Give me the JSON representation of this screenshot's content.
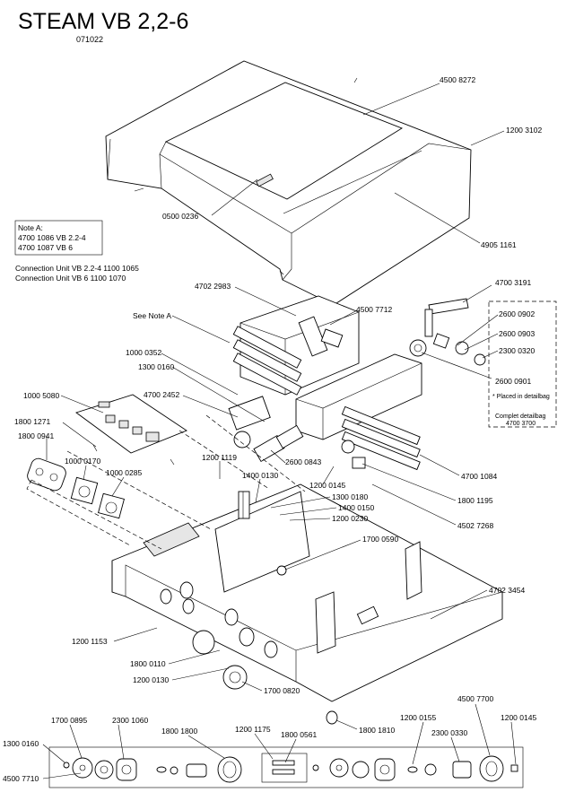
{
  "header": {
    "title": "STEAM VB 2,2-6",
    "code": "071022"
  },
  "note_a": {
    "lines": [
      "Note A:",
      "4700 1086 VB 2.2-4",
      "4700 1087 VB 6"
    ]
  },
  "connection_units": [
    "Connection Unit VB 2.2-4 1100 1065",
    "Connection Unit VB 6 1100 1070"
  ],
  "detail_bag": {
    "placed_note": "* Placed in detailbag",
    "complete_line1": "Complet detailbag",
    "complete_line2": "4700 3700"
  },
  "labels": {
    "p45008272": "4500 8272",
    "p12003102": "1200 3102",
    "p05000236": "0500 0236",
    "p49051161": "4905 1161",
    "p47022983": "4702 2983",
    "p45007712": "4500 7712",
    "p47003191": "4700 3191",
    "see_note_a": "See Note A",
    "p26000902": "2600 0902",
    "p26000903": "2600 0903",
    "p23000320": "2300 0320",
    "p26000901": "2600 0901",
    "p10000352": "1000 0352",
    "p13000160a": "1300 0160",
    "p47002452": "4700 2452",
    "p10005080": "1000 5080",
    "p18001271": "1800 1271",
    "p18000941": "1800 0941",
    "p10000170": "1000 0170",
    "p10000285": "1000 0285",
    "p12001119": "1200 1119",
    "p26000843": "2600 0843",
    "p47001084": "4700 1084",
    "p14000130": "1400 0130",
    "p12000145a": "1200 0145",
    "p13000180": "1300 0180",
    "p14000150": "1400 0150",
    "p12000230": "1200 0230",
    "p18001195": "1800 1195",
    "p45027268": "4502 7268",
    "p17000590": "1700 0590",
    "p47023454": "4702 3454",
    "p12001153": "1200 1153",
    "p18000110": "1800 0110",
    "p12000130": "1200 0130",
    "p17000820": "1700 0820",
    "p45007700": "4500 7700",
    "p18001810": "1800 1810",
    "p12000155": "1200 0155",
    "p12000145b": "1200 0145",
    "p17000895": "1700 0895",
    "p23001060": "2300 1060",
    "p18001800": "1800 1800",
    "p12001175": "1200 1175",
    "p18000561": "1800 0561",
    "p23000330": "2300 0330",
    "p13000160b": "1300 0160",
    "p45007710": "4500 7710"
  },
  "colors": {
    "ink": "#000000",
    "paper": "#ffffff",
    "shade": "#e6e6e6"
  }
}
